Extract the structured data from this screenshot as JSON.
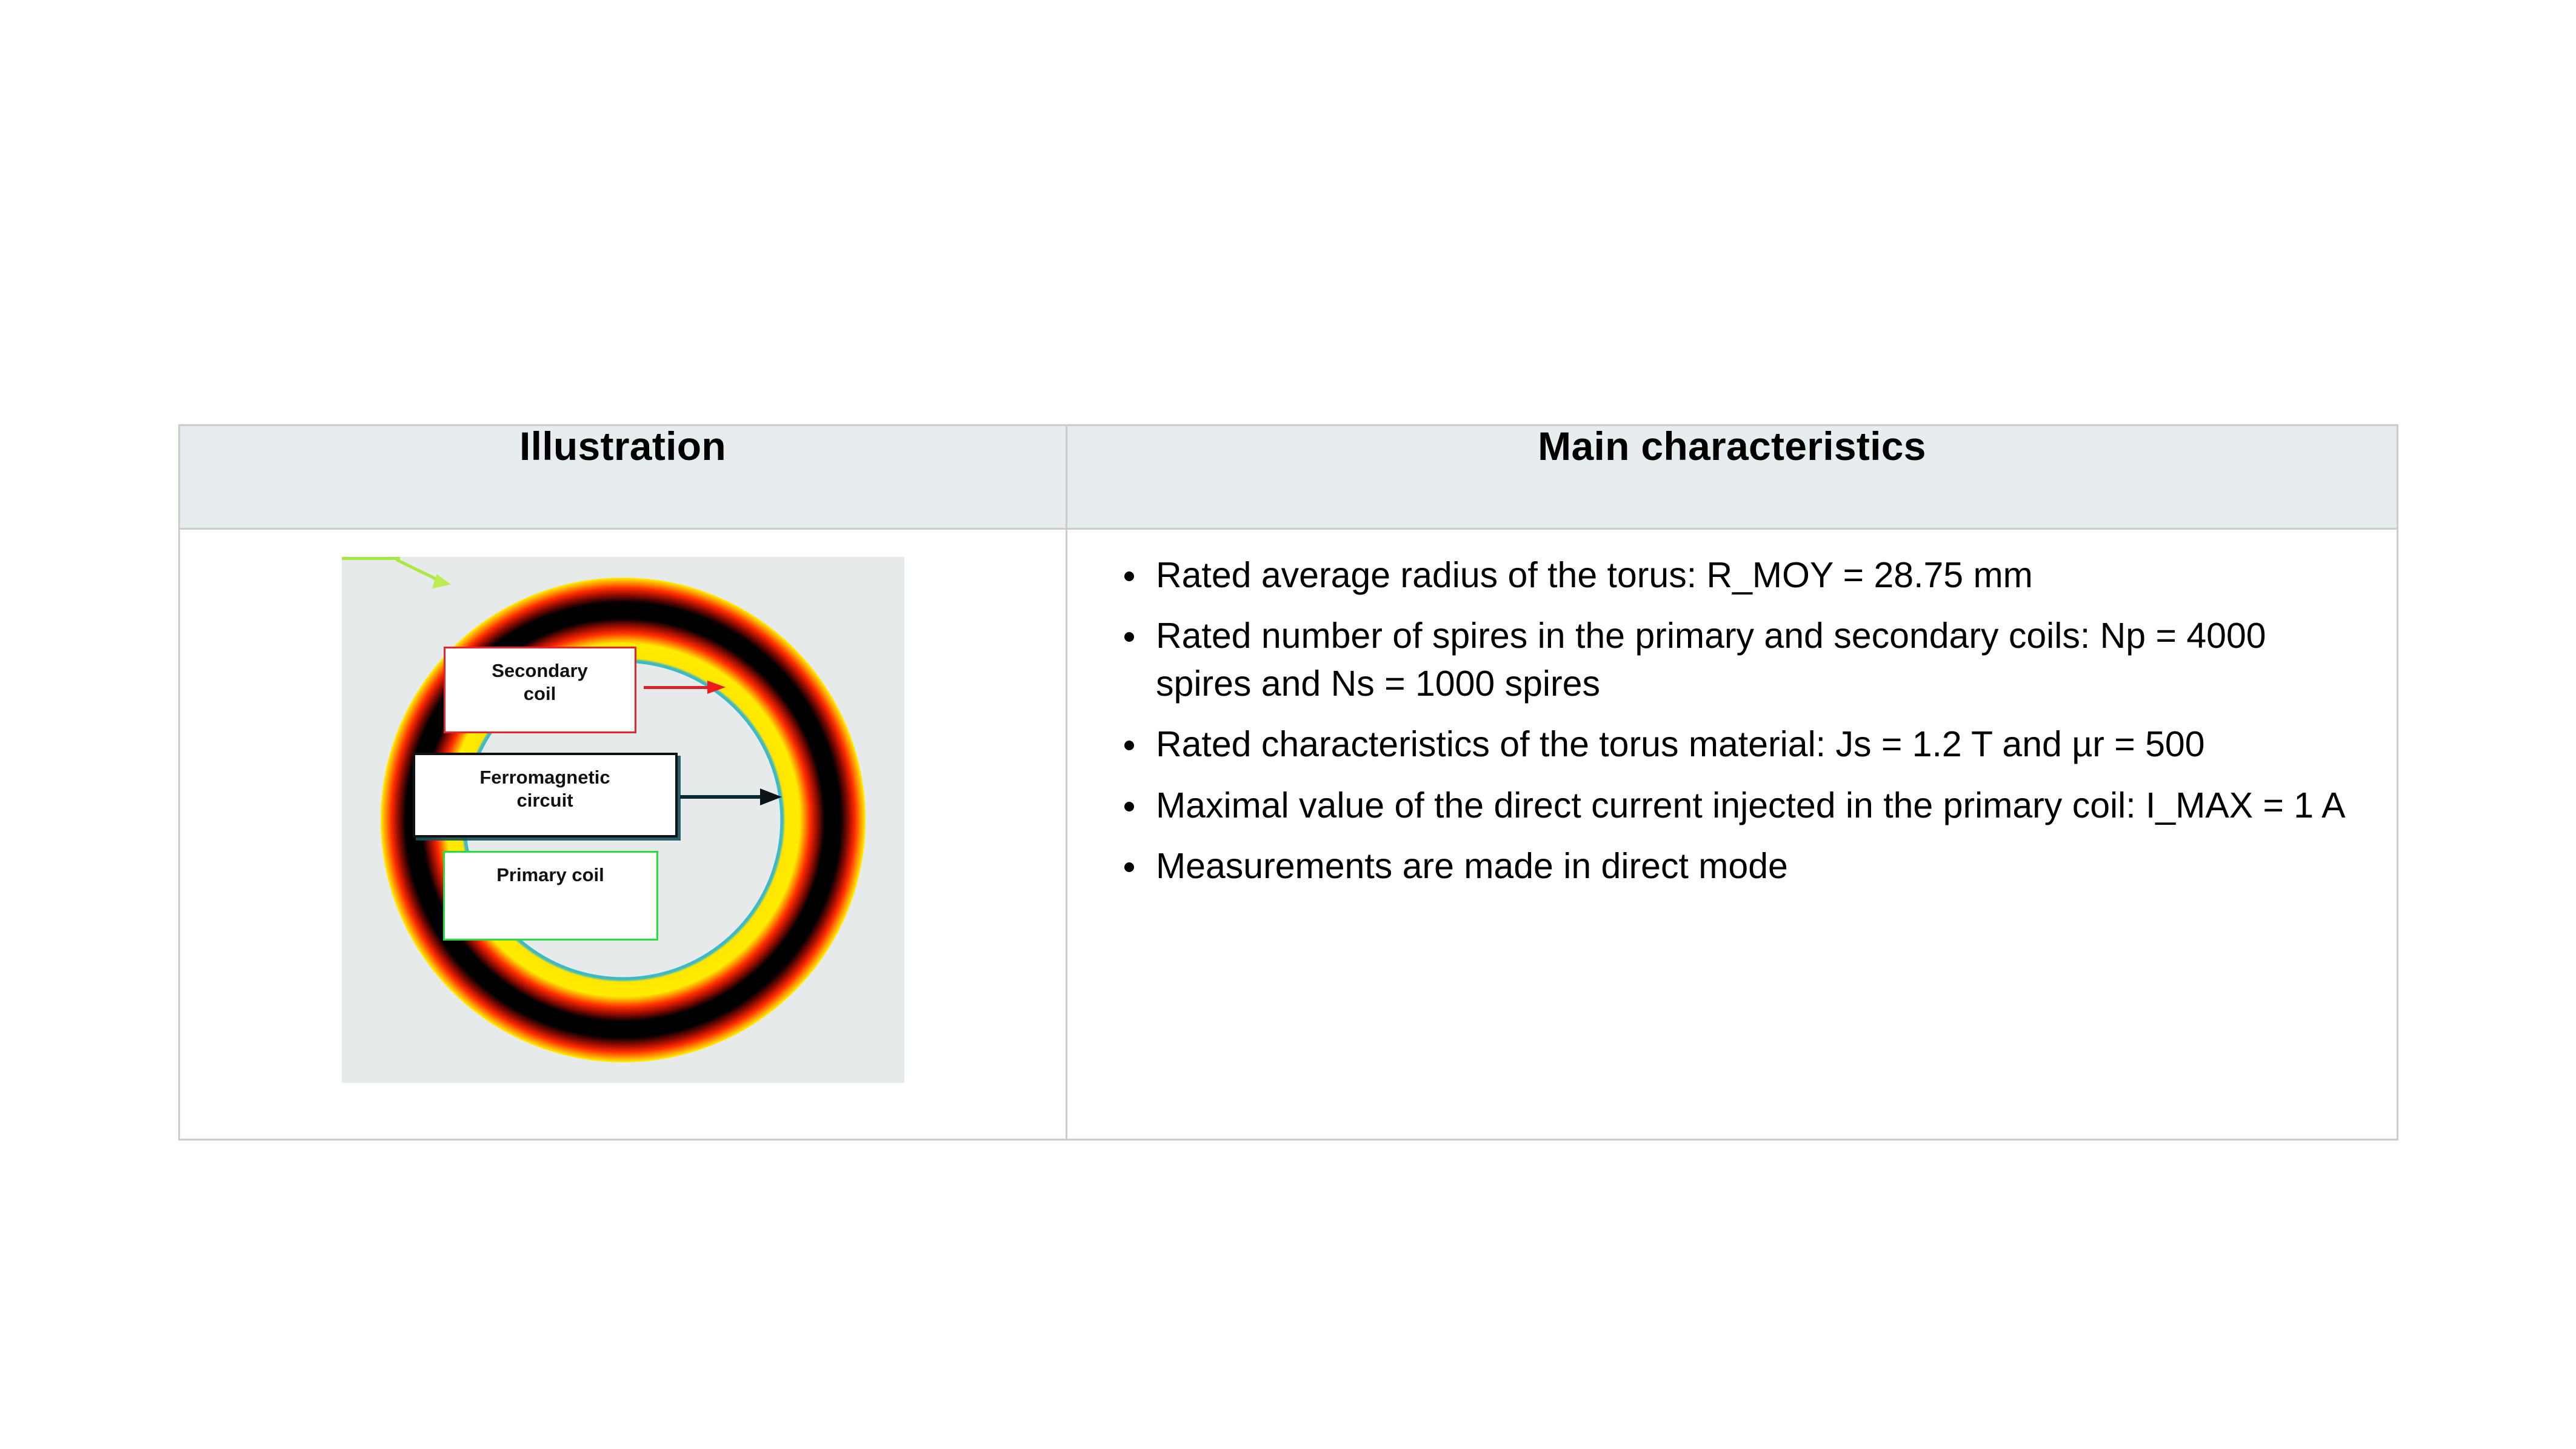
{
  "table": {
    "headers": {
      "illustration": "Illustration",
      "characteristics": "Main characteristics"
    },
    "header_background": "#e7edef",
    "border_color": "#cccccc"
  },
  "illustration": {
    "alt_name": "toroidal-transformer-cross-section",
    "background": "#e7eaea",
    "rings": [
      {
        "name": "outer-edge",
        "color": "#3fb9c4"
      },
      {
        "name": "secondary-coil-outer-yellow",
        "color": "#ffec00"
      },
      {
        "name": "red-transition-outer",
        "color": "#ff2a00"
      },
      {
        "name": "ferromagnetic-core",
        "color": "#000000"
      },
      {
        "name": "red-transition-inner",
        "color": "#ff2a00"
      },
      {
        "name": "primary-coil-inner-yellow",
        "color": "#ffec00"
      },
      {
        "name": "inner-edge",
        "color": "#2fa9b8"
      }
    ],
    "labels": [
      {
        "id": "secondary-coil",
        "line1": "Secondary",
        "line2": "coil",
        "border_color": "#e8262a",
        "arrow_color": "#ee1b1b"
      },
      {
        "id": "ferromagnetic-circuit",
        "line1": "Ferromagnetic",
        "line2": "circuit",
        "border_color": "#111111",
        "arrow_color": "#0b1418"
      },
      {
        "id": "primary-coil",
        "line1": "Primary coil",
        "line2": "",
        "border_color": "#29dd3e",
        "arrow_color": "#bdec4e"
      }
    ]
  },
  "characteristics": {
    "items": [
      "Rated average radius of the torus: R_MOY = 28.75 mm",
      "Rated number of spires in the primary and secondary coils: Np = 4000 spires and Ns = 1000 spires",
      "Rated characteristics of the torus material: Js = 1.2 T and µr = 500",
      "Maximal value of the direct current injected in the primary coil: I_MAX = 1 A",
      "Measurements are made in direct mode"
    ],
    "values": {
      "rated_average_radius_mm": 28.75,
      "primary_spires": 4000,
      "secondary_spires": 1000,
      "saturation_polarization_T": 1.2,
      "relative_permeability": 500,
      "max_direct_current_A": 1,
      "measurement_mode": "direct mode"
    }
  }
}
